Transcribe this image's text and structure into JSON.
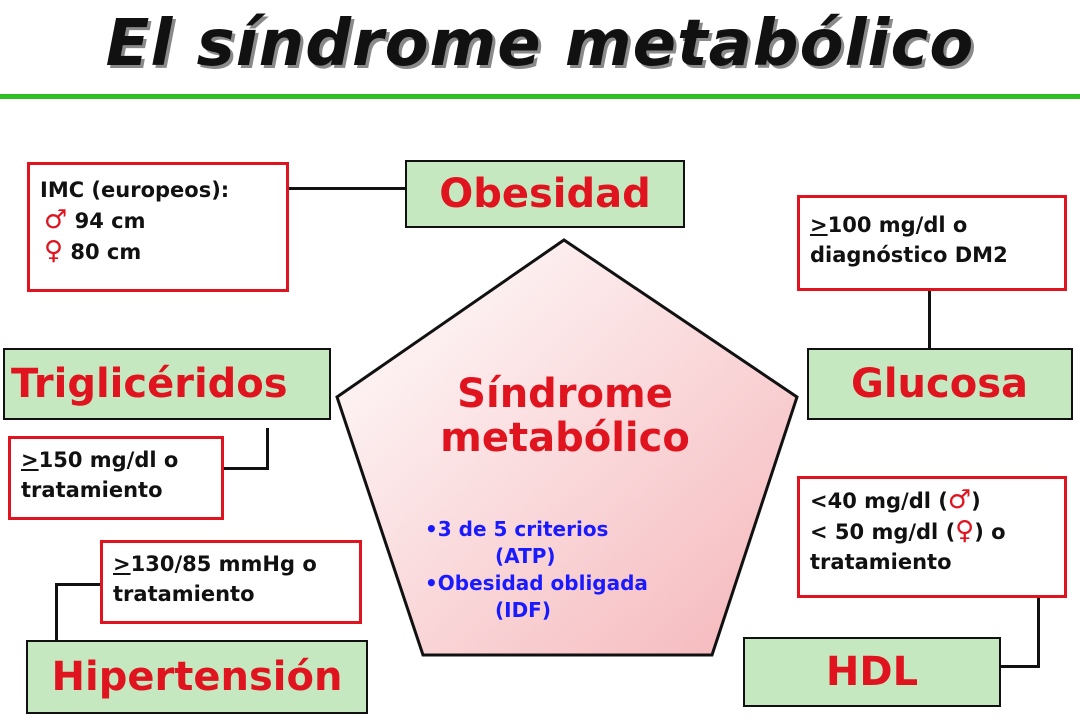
{
  "title": "El síndrome metabólico",
  "center": {
    "line1": "Síndrome",
    "line2": "metabólico",
    "criteria": [
      {
        "bullet": "•",
        "text": "3 de 5 criterios",
        "sub": "(ATP)"
      },
      {
        "bullet": "•",
        "text": "Obesidad obligada",
        "sub": "(IDF)"
      }
    ]
  },
  "obesidad": {
    "label": "Obesidad",
    "detail_title": "IMC (europeos):",
    "male_symbol": "♂",
    "male_value": "94 cm",
    "female_symbol": "♀",
    "female_value": "80 cm"
  },
  "glucosa": {
    "label": "Glucosa",
    "detail_prefix": ">",
    "detail_line1": "100 mg/dl o",
    "detail_line2": "diagnóstico DM2"
  },
  "trigliceridos": {
    "label": "Triglicéridos",
    "detail_prefix": ">",
    "detail_line1": "150 mg/dl o",
    "detail_line2": "tratamiento"
  },
  "hdl": {
    "label": "HDL",
    "line1_prefix": "<40 mg/dl (",
    "line1_symbol": "♂",
    "line1_suffix": ")",
    "line2_prefix": "< 50 mg/dl (",
    "line2_symbol": "♀",
    "line2_suffix": ") o",
    "line3": "tratamiento"
  },
  "hipertension": {
    "label": "Hipertensión",
    "detail_prefix": ">",
    "detail_line1": "130/85 mmHg o",
    "detail_line2": "tratamiento"
  },
  "colors": {
    "accent_red": "#e0141e",
    "box_green": "#c6e8c0",
    "rule_green": "#2fbf24",
    "criteria_blue": "#1a1aff"
  }
}
